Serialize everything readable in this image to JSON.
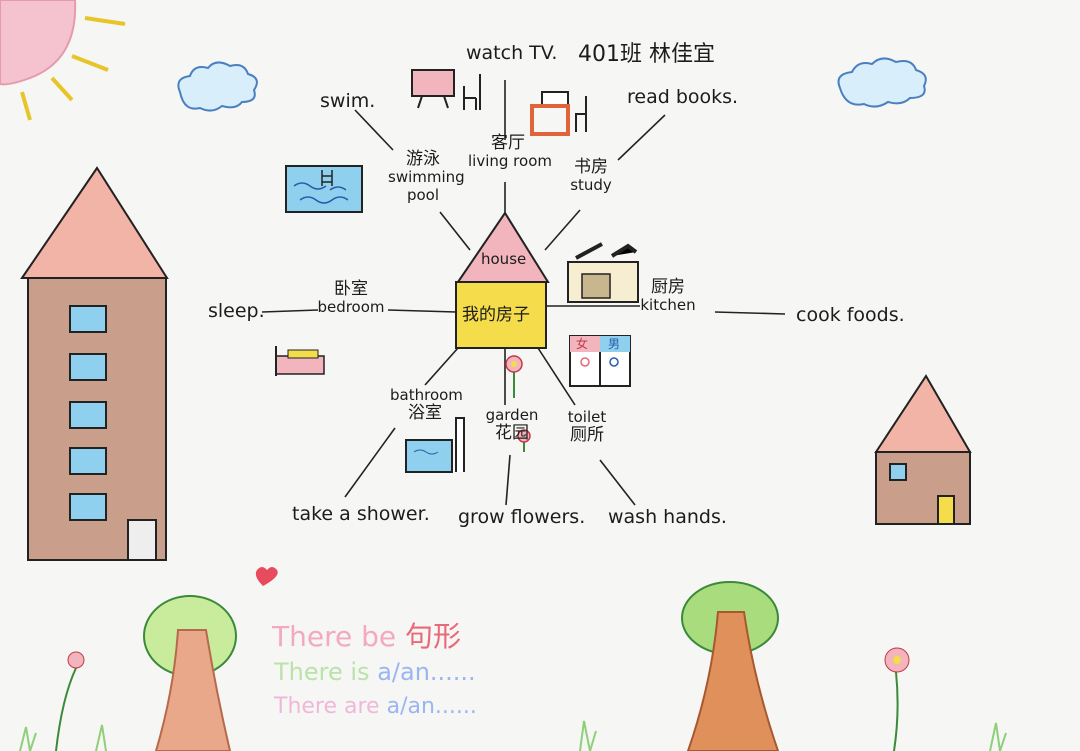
{
  "header": {
    "watch_tv": "watch TV.",
    "student": "401班 林佳宜"
  },
  "center": {
    "house_word": "house",
    "title": "我的房子"
  },
  "rooms": [
    {
      "id": "living",
      "cn": "客厅",
      "en": "living room"
    },
    {
      "id": "study",
      "cn": "书房",
      "en": "study"
    },
    {
      "id": "pool",
      "cn": "游泳",
      "en": "swimming",
      "en2": "pool"
    },
    {
      "id": "bedroom",
      "cn": "卧室",
      "en": "bedroom"
    },
    {
      "id": "kitchen",
      "cn": "厨房",
      "en": "kitchen"
    },
    {
      "id": "bathroom",
      "cn": "浴室",
      "en": "bathroom"
    },
    {
      "id": "garden",
      "cn": "花园",
      "en": "garden"
    },
    {
      "id": "toilet",
      "cn": "厕所",
      "en": "toilet"
    }
  ],
  "activities": {
    "swim": "swim.",
    "read": "read books.",
    "sleep": "sleep.",
    "cook": "cook foods.",
    "shower": "take a shower.",
    "grow": "grow flowers.",
    "wash": "wash hands."
  },
  "toilet_signs": {
    "female": "女",
    "male": "男"
  },
  "grammar": {
    "heading_a": "There be",
    "heading_b": "句形",
    "line1_a": "There is",
    "line1_b": "a/an......",
    "line2_a": "There are",
    "line2_b": "a/an......"
  },
  "colors": {
    "paper": "#f6f6f4",
    "house_yellow": "#f4dc4a",
    "roof_pink": "#f2b4bd",
    "sky_blue": "#8fd0ee"
  }
}
